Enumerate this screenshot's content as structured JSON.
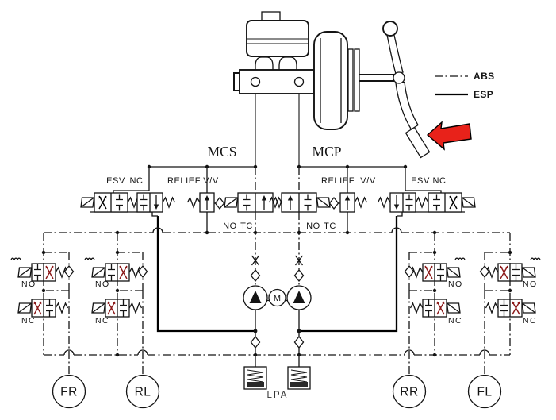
{
  "legend": {
    "abs": "ABS",
    "esp": "ESP"
  },
  "circuit_labels": {
    "mcs": "MCS",
    "mcp": "MCP"
  },
  "left_valve_block": {
    "esv": "ESV",
    "nc": "NC",
    "relief": "RELIEF",
    "vv": "V/V",
    "no": "NO",
    "tc": "TC"
  },
  "right_valve_block": {
    "relief": "RELIEF",
    "vv": "V/V",
    "esv": "ESV",
    "nc": "NC",
    "no": "NO",
    "tc": "TC"
  },
  "wheel_valves": {
    "fr": {
      "no": "NO",
      "nc": "NC"
    },
    "rl": {
      "no": "NO",
      "nc": "NC"
    },
    "rr": {
      "no": "NO",
      "nc": "NC"
    },
    "fl": {
      "no": "NO",
      "nc": "NC"
    }
  },
  "pump": {
    "motor": "M"
  },
  "accumulator": {
    "label": "LPA"
  },
  "wheels": {
    "fr": "FR",
    "rl": "RL",
    "rr": "RR",
    "fl": "FL"
  },
  "colors": {
    "line": "#141414",
    "esp_line": "#000000",
    "pedal_arrow_red": "#e8221a",
    "valve_flow_arrow_red": "#8b1717",
    "background": "#ffffff"
  }
}
